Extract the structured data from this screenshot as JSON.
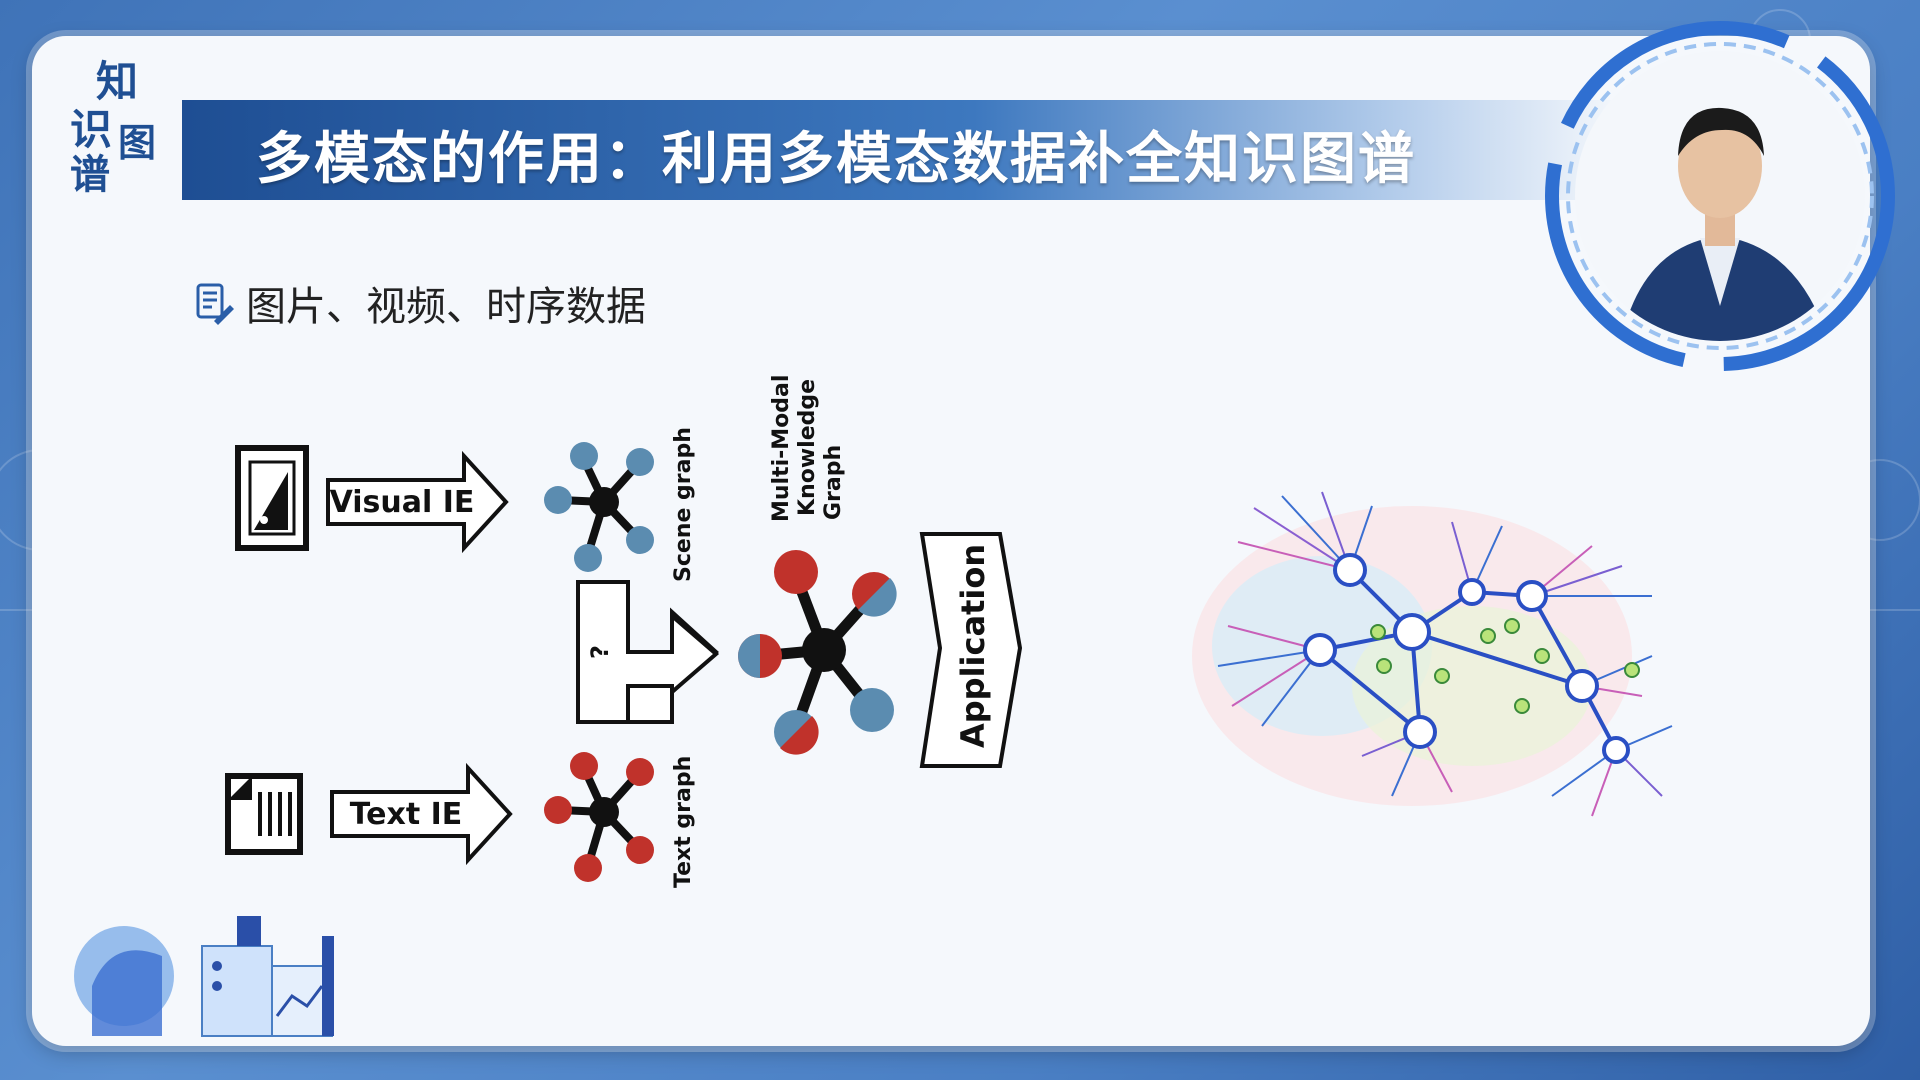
{
  "slide": {
    "logo": {
      "char1": "知",
      "char2": "识",
      "char3": "图",
      "char4": "谱"
    },
    "title": "多模态的作用：利用多模态数据补全知识图谱",
    "bullet": "图片、视频、时序数据"
  },
  "diagram": {
    "visual_ie_label": "Visual IE",
    "text_ie_label": "Text IE",
    "scene_graph_label": "Scene graph",
    "text_graph_label": "Text graph",
    "mmkg_line1": "Multi-Modal",
    "mmkg_line2": "Knowledge",
    "mmkg_line3": "Graph",
    "question_mark": "?",
    "application_label": "Application"
  },
  "colors": {
    "title_bar": "#2a5ea8",
    "scene_node": "#5b8cb0",
    "text_node": "#c0322b",
    "hub": "#111111"
  }
}
